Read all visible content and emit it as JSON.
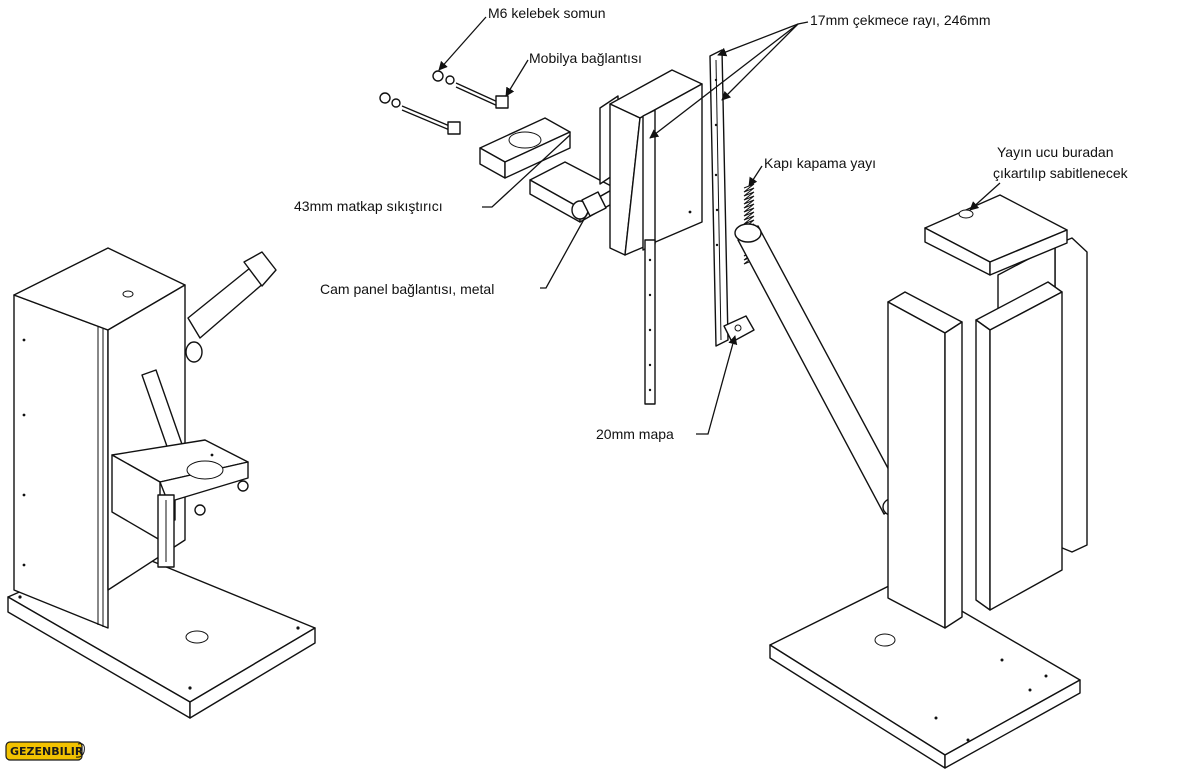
{
  "labels": {
    "wing_nut": "M6 kelebek somun",
    "furniture_connector": "Mobilya bağlantısı",
    "drawer_rail": "17mm çekmece rayı, 246mm",
    "door_spring": "Kapı kapama yayı",
    "spring_end_note_line1": "Yayın ucu buradan",
    "spring_end_note_line2": "çıkartılıp sabitlenecek",
    "drill_clamp": "43mm matkap sıkıştırıcı",
    "glass_panel_connector": "Cam panel bağlantısı, metal",
    "hinge": "20mm mapa"
  },
  "logo": {
    "text": "GEZENBILIR",
    "fill_color": "#f2c200"
  }
}
